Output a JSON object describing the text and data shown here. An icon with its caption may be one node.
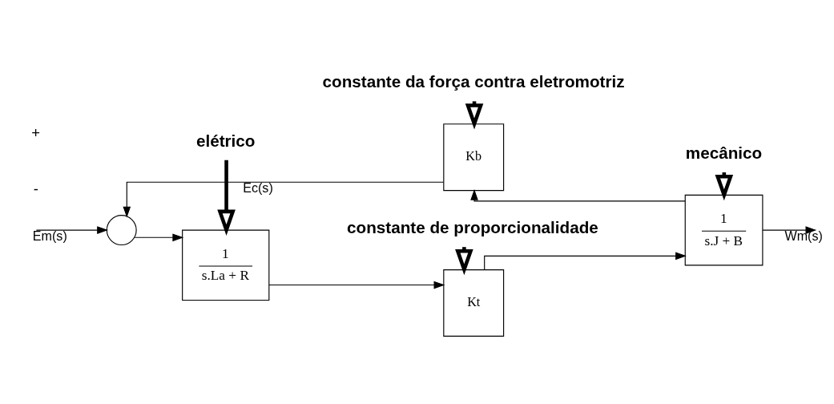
{
  "diagram": {
    "nodes": [
      {
        "text": [],
        "shape": "circle"
      },
      {
        "text": [
          "1",
          "s.La + R"
        ]
      },
      {
        "text": [
          "Kt"
        ]
      },
      {
        "text": [
          "1",
          "s.J + B"
        ]
      },
      {
        "text": [
          "Kb"
        ]
      },
      {
        "text": [
          "elétrico"
        ]
      },
      {
        "text": [
          "constante de proporcionalidade"
        ]
      },
      {
        "text": [
          "mecânico"
        ]
      },
      {
        "text": [
          "constante da força contra eletromotriz"
        ]
      }
    ],
    "edges": [
      {
        "from": null,
        "to": 0,
        "arrow": "to",
        "label": "Em(s)"
      },
      {
        "from": 0,
        "to": 1,
        "arrow": "to"
      },
      {
        "from": 1,
        "to": 2,
        "arrow": "to"
      },
      {
        "from": 2,
        "to": 3,
        "arrow": "to"
      },
      {
        "from": 3,
        "to": null,
        "arrow": "to",
        "label": "Wm(s)"
      },
      {
        "from": 3,
        "to": 4,
        "arrow": "to"
      },
      {
        "from": 4,
        "to": 0,
        "arrow": "to",
        "label": "Ec(s)"
      },
      {
        "from": 5,
        "to": 1,
        "arrow": "to",
        "style": "thick"
      },
      {
        "from": 6,
        "to": 2,
        "arrow": "to",
        "style": "thick"
      },
      {
        "from": 7,
        "to": 3,
        "arrow": "to",
        "style": "thick"
      },
      {
        "from": 8,
        "to": 4,
        "arrow": "to",
        "style": "thick"
      }
    ],
    "labels": [
      "+",
      "-"
    ]
  }
}
